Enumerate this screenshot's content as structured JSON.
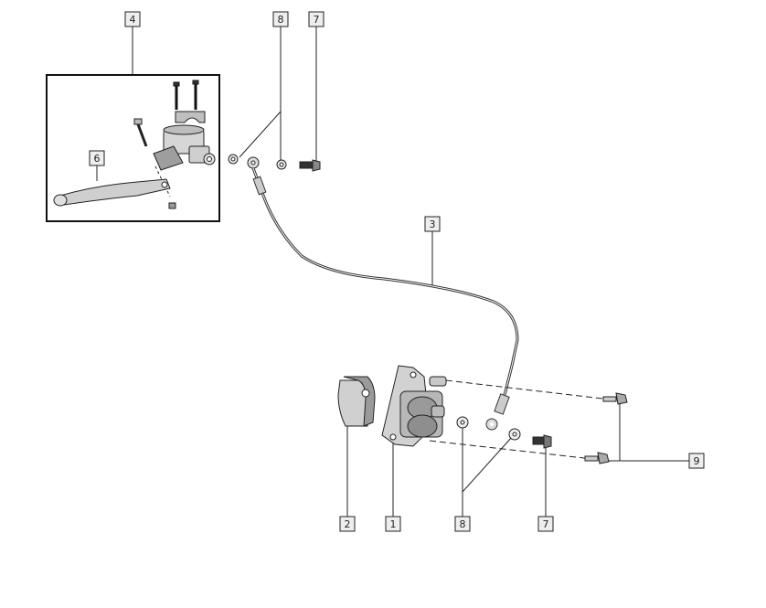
{
  "callouts": {
    "c1": "1",
    "c2": "2",
    "c3": "3",
    "c4": "4",
    "c6": "6",
    "c7_top": "7",
    "c7_bottom": "7",
    "c8_top": "8",
    "c8_bottom": "8",
    "c9": "9"
  },
  "colors": {
    "line": "#222222",
    "part_fill": "#cfcfcf",
    "part_dark": "#555555",
    "callout_fill": "#eeeeee",
    "background": "#ffffff"
  }
}
